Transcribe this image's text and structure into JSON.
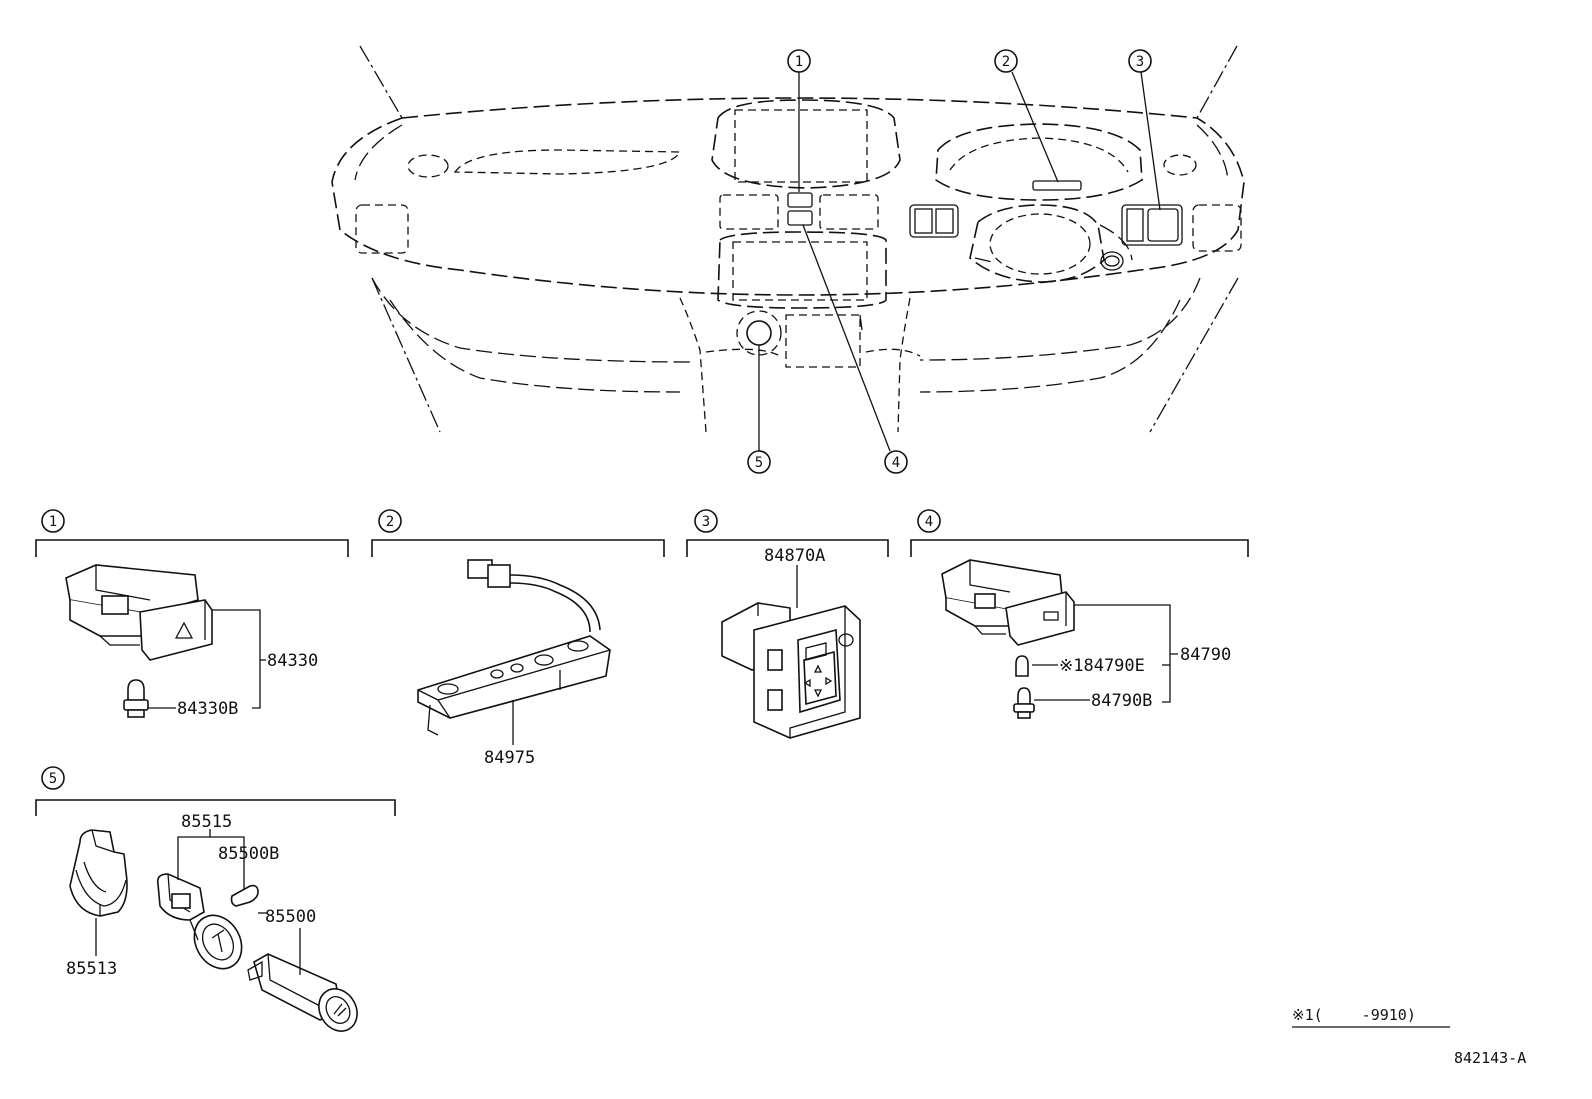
{
  "callouts": [
    "1",
    "2",
    "3",
    "4",
    "5"
  ],
  "groups": [
    {
      "id": "1",
      "parts": [
        "84330",
        "84330B"
      ]
    },
    {
      "id": "2",
      "parts": [
        "84975"
      ]
    },
    {
      "id": "3",
      "parts": [
        "84870A"
      ]
    },
    {
      "id": "4",
      "parts": [
        "84790",
        "※184790E",
        "84790B"
      ]
    },
    {
      "id": "5",
      "parts": [
        "85515",
        "85500B",
        "85500",
        "85513"
      ]
    }
  ],
  "footnote": "※1(　　 -9910)",
  "diagram_ref": "842143-A"
}
